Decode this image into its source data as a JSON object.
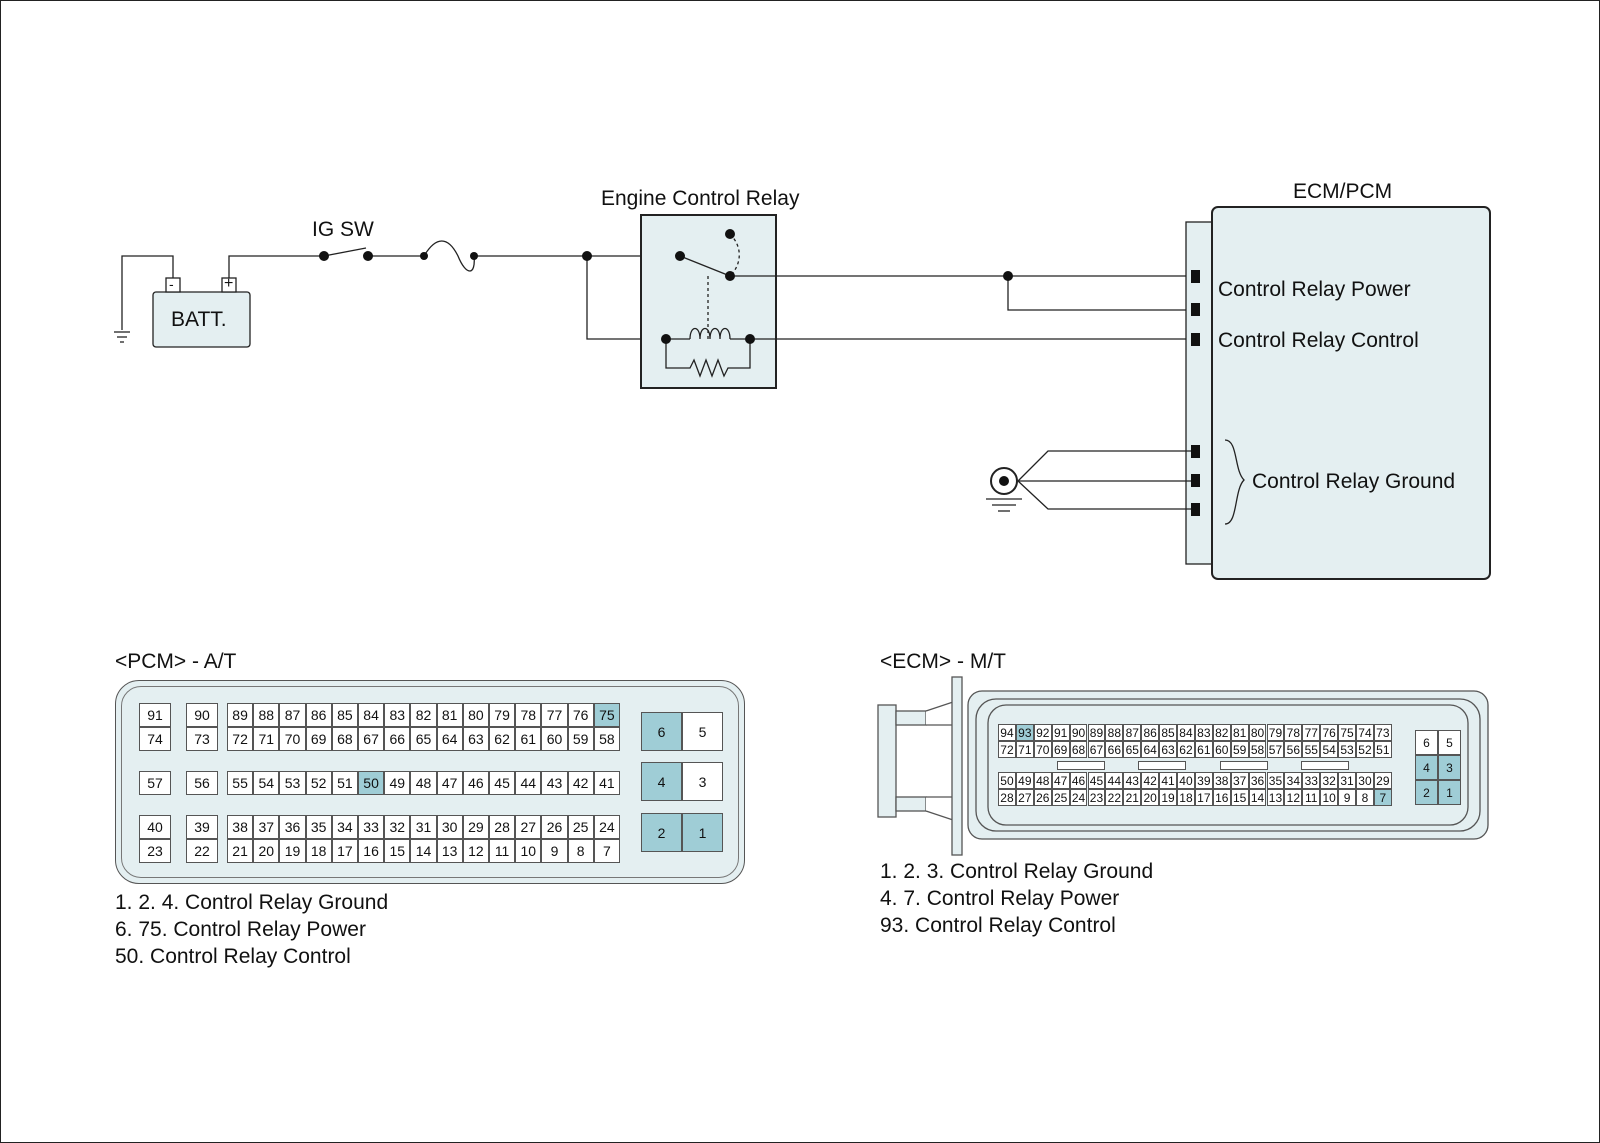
{
  "labels": {
    "batt": "BATT.",
    "batt_neg": "-",
    "batt_pos": "+",
    "ig_sw": "IG SW",
    "relay": "Engine Control Relay",
    "ecm_pcm": "ECM/PCM",
    "control_relay_power": "Control Relay Power",
    "control_relay_control": "Control Relay Control",
    "control_relay_ground": "Control Relay Ground"
  },
  "pcm_connector": {
    "title": "<PCM> - A/T",
    "cells": [
      {
        "n": "91",
        "hl": false
      },
      {
        "n": "74",
        "hl": false
      },
      {
        "n": "90",
        "hl": false
      },
      {
        "n": "73",
        "hl": false
      },
      {
        "n": "57",
        "hl": false
      },
      {
        "n": "56",
        "hl": false
      },
      {
        "n": "40",
        "hl": false
      },
      {
        "n": "23",
        "hl": false
      },
      {
        "n": "39",
        "hl": false
      },
      {
        "n": "22",
        "hl": false
      }
    ],
    "row_top": [
      "89",
      "88",
      "87",
      "86",
      "85",
      "84",
      "83",
      "82",
      "81",
      "80",
      "79",
      "78",
      "77",
      "76",
      "75"
    ],
    "row_2": [
      "72",
      "71",
      "70",
      "69",
      "68",
      "67",
      "66",
      "65",
      "64",
      "63",
      "62",
      "61",
      "60",
      "59",
      "58"
    ],
    "row_mid": [
      "55",
      "54",
      "53",
      "52",
      "51",
      "50",
      "49",
      "48",
      "47",
      "46",
      "45",
      "44",
      "43",
      "42",
      "41"
    ],
    "row_4": [
      "38",
      "37",
      "36",
      "35",
      "34",
      "33",
      "32",
      "31",
      "30",
      "29",
      "28",
      "27",
      "26",
      "25",
      "24"
    ],
    "row_5": [
      "21",
      "20",
      "19",
      "18",
      "17",
      "16",
      "15",
      "14",
      "13",
      "12",
      "11",
      "10",
      "9",
      "8",
      "7"
    ],
    "highlighted": [
      "75",
      "50",
      "6",
      "4",
      "2",
      "1"
    ],
    "power_block": [
      [
        "6",
        "5"
      ],
      [
        "4",
        "3"
      ],
      [
        "2",
        "1"
      ]
    ],
    "pins": [
      "1. 2. 4. Control Relay Ground",
      "6. 75. Control Relay Power",
      "50. Control Relay Control"
    ]
  },
  "ecm_connector": {
    "title": "<ECM> - M/T",
    "row_a": [
      "94",
      "93",
      "92",
      "91",
      "90",
      "89",
      "88",
      "87",
      "86",
      "85",
      "84",
      "83",
      "82",
      "81",
      "80",
      "79",
      "78",
      "77",
      "76",
      "75",
      "74",
      "73"
    ],
    "row_b": [
      "72",
      "71",
      "70",
      "69",
      "68",
      "67",
      "66",
      "65",
      "64",
      "63",
      "62",
      "61",
      "60",
      "59",
      "58",
      "57",
      "56",
      "55",
      "54",
      "53",
      "52",
      "51"
    ],
    "row_c": [
      "50",
      "49",
      "48",
      "47",
      "46",
      "45",
      "44",
      "43",
      "42",
      "41",
      "40",
      "39",
      "38",
      "37",
      "36",
      "35",
      "34",
      "33",
      "32",
      "31",
      "30",
      "29"
    ],
    "row_d": [
      "28",
      "27",
      "26",
      "25",
      "24",
      "23",
      "22",
      "21",
      "20",
      "19",
      "18",
      "17",
      "16",
      "15",
      "14",
      "13",
      "12",
      "11",
      "10",
      "9",
      "8",
      "7"
    ],
    "highlighted": [
      "93",
      "7",
      "4",
      "3",
      "2",
      "1"
    ],
    "power_block": [
      [
        "6",
        "5"
      ],
      [
        "4",
        "3"
      ],
      [
        "2",
        "1"
      ]
    ],
    "pins": [
      "1. 2. 3. Control Relay Ground",
      "4. 7. Control Relay Power",
      "93. Control Relay Control"
    ]
  },
  "colors": {
    "fill": "#e4eff1",
    "highlight": "#9fcdd6",
    "line": "#222222"
  }
}
